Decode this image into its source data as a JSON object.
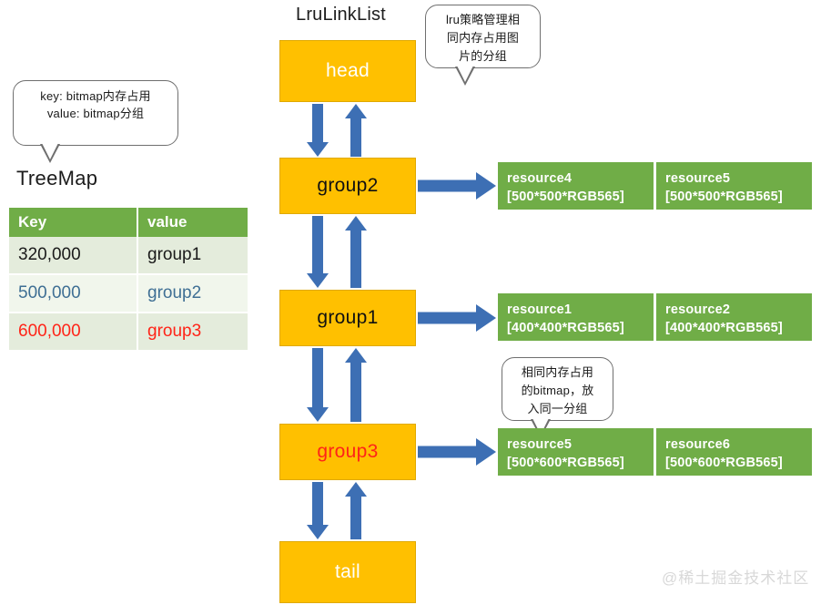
{
  "diagram": {
    "lru_title": "LruLinkList",
    "treemap_title": "TreeMap",
    "watermark": "@稀土掘金技术社区"
  },
  "callouts": {
    "treemap_note": {
      "line1": "key:  bitmap内存占用",
      "line2": "value: bitmap分组"
    },
    "lru_note": {
      "line1": "lru策略管理相",
      "line2": "同内存占用图",
      "line3": "片的分组"
    },
    "group_note": {
      "line1": "相同内存占用",
      "line2": "的bitmap，放",
      "line3": "入同一分组"
    }
  },
  "treemap_table": {
    "headers": [
      "Key",
      "value"
    ],
    "rows": [
      {
        "key": "320,000",
        "value": "group1",
        "color": "#1a1a1a"
      },
      {
        "key": "500,000",
        "value": "group2",
        "color": "#3f6f94"
      },
      {
        "key": "600,000",
        "value": "group3",
        "color": "#ff2418"
      }
    ]
  },
  "linked_list": {
    "nodes": [
      {
        "label": "head",
        "style": "white"
      },
      {
        "label": "group2",
        "style": "dark"
      },
      {
        "label": "group1",
        "style": "dark"
      },
      {
        "label": "group3",
        "style": "red"
      },
      {
        "label": "tail",
        "style": "white"
      }
    ]
  },
  "resource_groups": [
    {
      "owner": "group2",
      "items": [
        {
          "name": "resource4",
          "spec": "[500*500*RGB565]"
        },
        {
          "name": "resource5",
          "spec": "[500*500*RGB565]"
        }
      ]
    },
    {
      "owner": "group1",
      "items": [
        {
          "name": "resource1",
          "spec": "[400*400*RGB565]"
        },
        {
          "name": "resource2",
          "spec": "[400*400*RGB565]"
        }
      ]
    },
    {
      "owner": "group3",
      "items": [
        {
          "name": "resource5",
          "spec": "[500*600*RGB565]"
        },
        {
          "name": "resource6",
          "spec": "[500*600*RGB565]"
        }
      ]
    }
  ],
  "colors": {
    "node_fill": "#FFC000",
    "resource_fill": "#70AD47",
    "arrow_fill": "#3d6fb4",
    "table_header": "#70AD47",
    "highlight_red": "#ff2418",
    "highlight_blue": "#3f6f94"
  }
}
